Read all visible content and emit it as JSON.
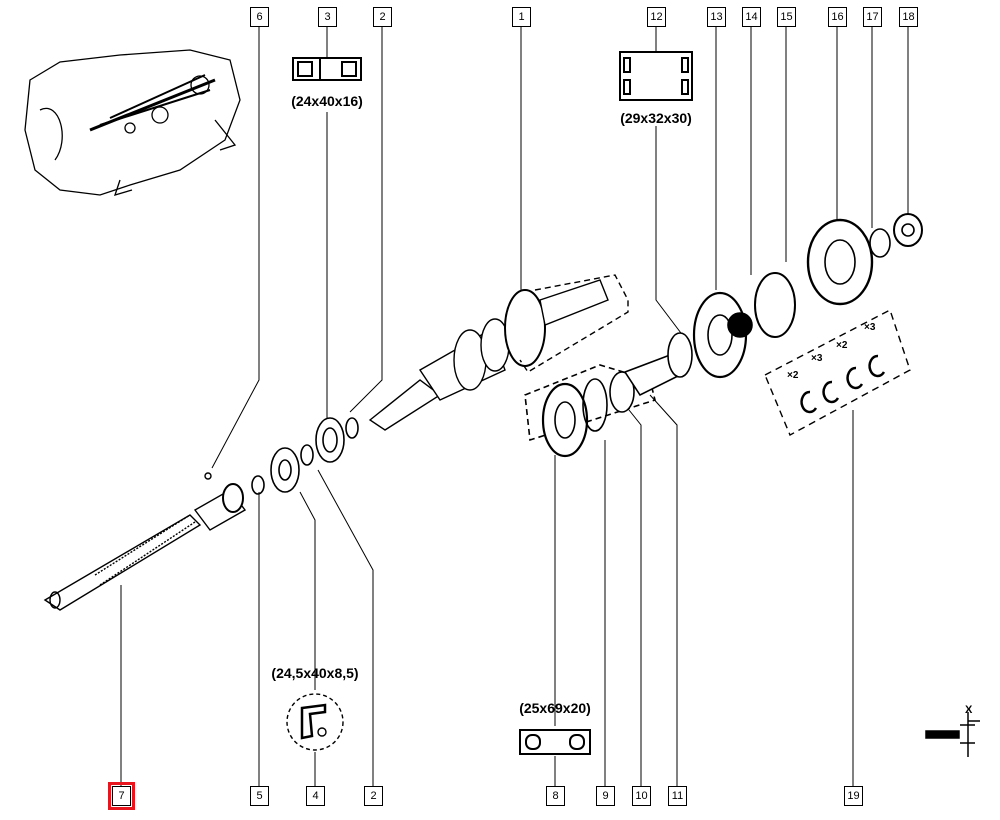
{
  "diagram": {
    "callouts_top": [
      "6",
      "3",
      "2",
      "1",
      "12",
      "13",
      "14",
      "15",
      "16",
      "17",
      "18"
    ],
    "callouts_bottom": [
      "7",
      "5",
      "4",
      "2",
      "8",
      "9",
      "10",
      "11",
      "19"
    ],
    "selected_callout": "7",
    "highlight_color": "#e8141e",
    "dimensions": {
      "part3": "(24x40x16)",
      "part12": "(29x32x30)",
      "part4": "(24,5x40x8,5)",
      "part8": "(25x69x20)"
    },
    "multipliers": [
      "×2",
      "×3",
      "×2",
      "×3"
    ],
    "tolerance_symbol": "X"
  }
}
